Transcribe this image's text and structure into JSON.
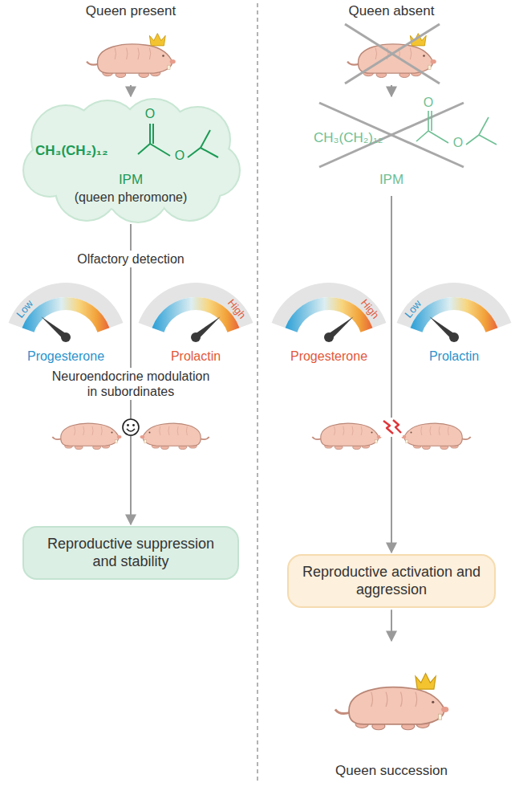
{
  "diagram": {
    "nodes": [
      {
        "text": [
          "Queen present"
        ]
      },
      {
        "text": [
          "CH₃(CH₂)₁₂",
          "O",
          "O",
          "IPM",
          "(queen pheromone)"
        ]
      },
      {
        "text": [
          "Low",
          "Progesterone"
        ]
      },
      {
        "text": [
          "High",
          "Prolactin"
        ]
      },
      {
        "text": [
          "Reproductive suppression and stability"
        ]
      },
      {
        "text": [
          "Queen absent"
        ]
      },
      {
        "text": [
          "CH₃(CH₂)₁₂",
          "O",
          "O",
          "IPM"
        ]
      },
      {
        "text": [
          "High",
          "Progesterone"
        ]
      },
      {
        "text": [
          "Low",
          "Prolactin"
        ]
      },
      {
        "text": [
          "Reproductive activation and aggression"
        ]
      },
      {
        "text": [
          "Queen succession"
        ]
      }
    ],
    "edges": [
      {
        "from": 0,
        "to": 1,
        "arrow": "to"
      },
      {
        "from": 1,
        "to": 4,
        "label": "Olfactory detection",
        "arrow": "to"
      },
      {
        "from": 5,
        "to": 6,
        "arrow": "to"
      },
      {
        "from": 6,
        "to": 9,
        "arrow": "to"
      },
      {
        "from": 9,
        "to": 10,
        "arrow": "to"
      }
    ],
    "labels": [
      "Neuroendocrine modulation in subordinates"
    ]
  }
}
